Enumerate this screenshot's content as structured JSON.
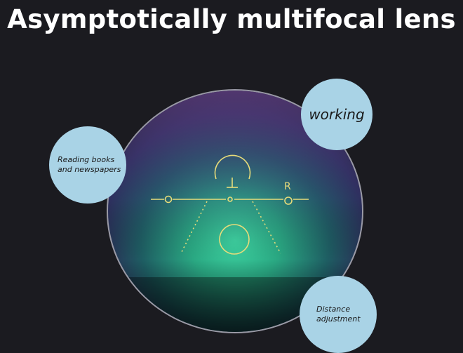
{
  "title": "Asymptotically multifocal lens",
  "bubbles": {
    "working": "working",
    "reading": "Reading books\nand newspapers",
    "distance": "Distance\nadjustment"
  },
  "lens_marks": {
    "right_eye_label": "R"
  },
  "colors": {
    "background": "#1b1b20",
    "bubble": "#a9d3e6",
    "lens_marking": "#e8dc7a",
    "lens_glow": "#2fbf8f"
  }
}
